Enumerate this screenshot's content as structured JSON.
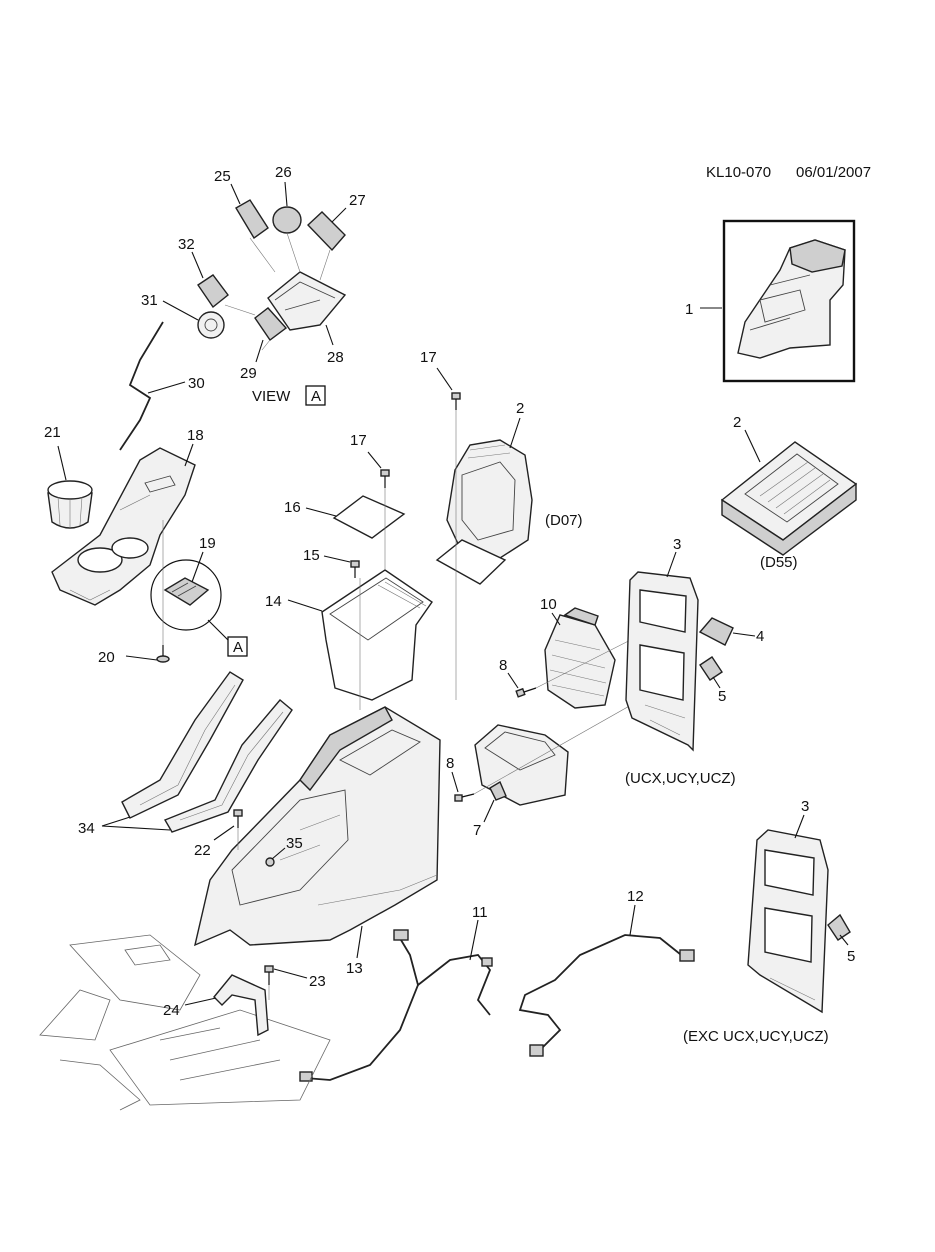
{
  "header": {
    "doc_id": "KL10-070",
    "date": "06/01/2007"
  },
  "view_label": {
    "prefix": "VIEW",
    "letter": "A"
  },
  "view_reference_letter": "A",
  "variant_notes": {
    "d07": "(D07)",
    "d55": "(D55)",
    "ucx": "(UCX,UCY,UCZ)",
    "exc_ucx": "(EXC UCX,UCY,UCZ)"
  },
  "callouts": {
    "c1": "1",
    "c2a": "2",
    "c2b": "2",
    "c3a": "3",
    "c3b": "3",
    "c4": "4",
    "c5a": "5",
    "c5b": "5",
    "c7": "7",
    "c8a": "8",
    "c8b": "8",
    "c10": "10",
    "c11": "11",
    "c12": "12",
    "c13": "13",
    "c14": "14",
    "c15": "15",
    "c16": "16",
    "c17a": "17",
    "c17b": "17",
    "c18": "18",
    "c19": "19",
    "c20": "20",
    "c21": "21",
    "c22": "22",
    "c23": "23",
    "c24": "24",
    "c25": "25",
    "c26": "26",
    "c27": "27",
    "c28": "28",
    "c29": "29",
    "c30": "30",
    "c31": "31",
    "c32": "32",
    "c34": "34",
    "c35": "35"
  }
}
